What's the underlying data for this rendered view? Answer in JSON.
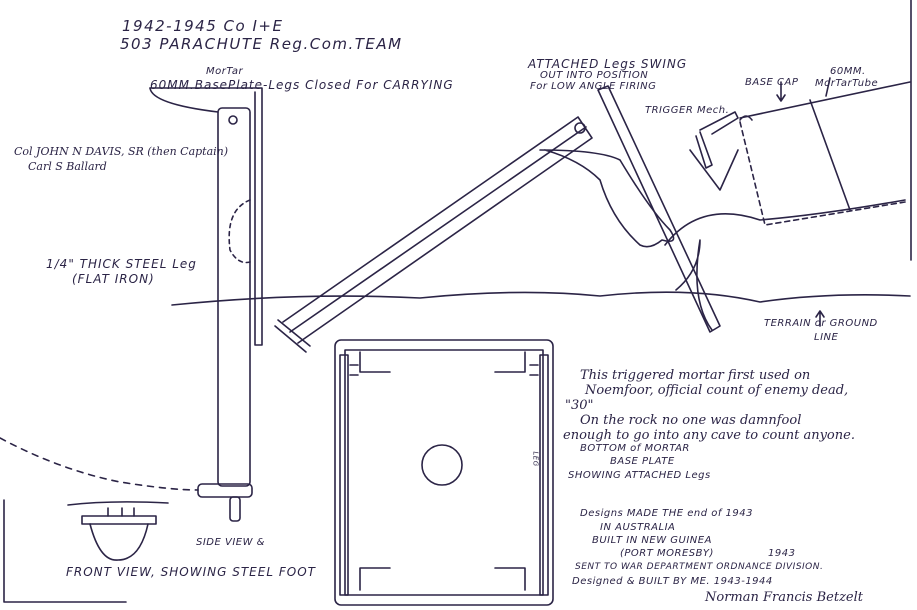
{
  "ink_color": "#2b2446",
  "header": {
    "line1": "1942-1945  Co I+E",
    "line2": "503 PARACHUTE  Reg.Com.TEAM"
  },
  "labels": {
    "mortar": "MorTar",
    "base_plate_closed": "60MM.BasePlate-Legs Closed For CARRYING",
    "attached_legs_1": "ATTACHED Legs SWING",
    "attached_legs_2": "OUT INTO POSITION",
    "attached_legs_3": "For LOW ANGLE FIRING",
    "base_cap": "BASE CAP",
    "mortar_tube_1": "60MM.",
    "mortar_tube_2": "MorTarTube",
    "trigger_mech": "TRIGGER Mech.",
    "names_1": "Col JOHN N DAVIS, SR (then Captain)",
    "names_2": "Carl S Ballard",
    "steel_leg_1": "1/4\" THICK STEEL Leg",
    "steel_leg_2": "(FLAT IRON)",
    "terrain_1": "TERRAIN or GROUND",
    "terrain_2": "LINE",
    "leg_mark": "LEG",
    "side_view": "SIDE VIEW &",
    "front_view": "FRONT VIEW, SHOWING STEEL FOOT"
  },
  "notes": {
    "line1": "This triggered mortar first used on",
    "line2": "Noemfoor, official count of enemy dead,",
    "line3": "\"30\"",
    "line4": "On the rock no one was damnfool",
    "line5": "enough to go into any cave to count anyone.",
    "bottom_1": "BOTTOM of MORTAR",
    "bottom_2": "BASE PLATE",
    "bottom_3": "SHOWING ATTACHED Legs"
  },
  "credits": {
    "line1": "Designs MADE THE end of 1943",
    "line2": "IN AUSTRALIA",
    "line3": "BUILT IN NEW GUINEA",
    "line4": "(PORT MORESBY)",
    "line4_year": "1943",
    "line5": "SENT TO WAR DEPARTMENT ORDNANCE DIVISION.",
    "line6": "Designed & BUILT BY ME. 1943-1944",
    "signature": "Norman Francis Betzelt"
  }
}
